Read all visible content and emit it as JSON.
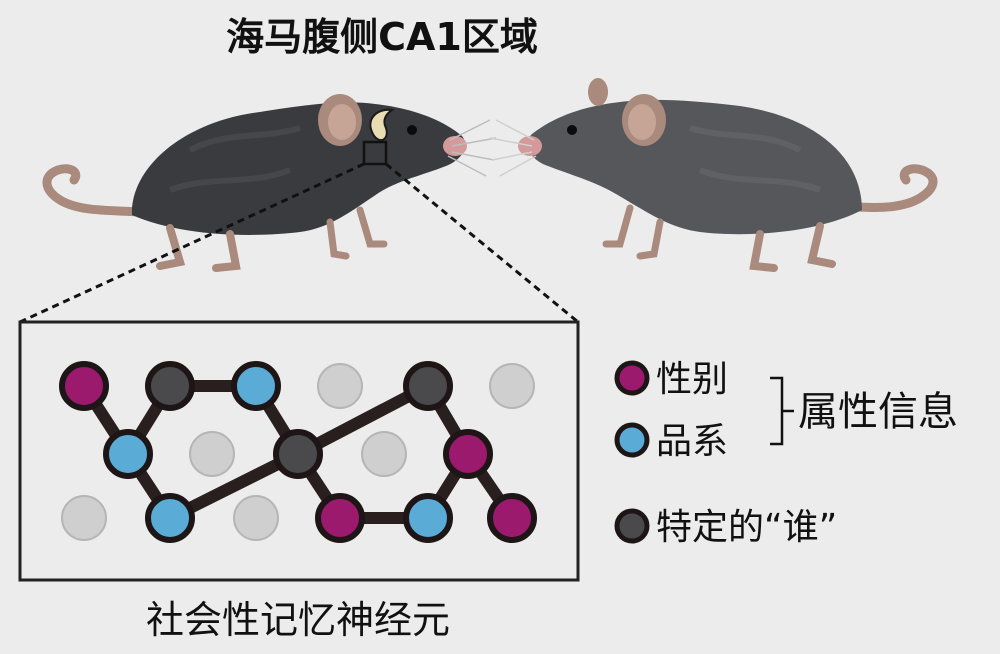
{
  "title": "海马腹侧CA1区域",
  "caption": "社会性记忆神经元",
  "legend": {
    "sex": "性别",
    "strain": "品系",
    "attribute_info": "属性信息",
    "specific_who": "特定的“谁”"
  },
  "colors": {
    "background": "#ececec",
    "sex": "#9b1a6e",
    "strain": "#5aabd6",
    "who": "#4a4a4c",
    "inactive": "#cfcfcf",
    "mouse_left": "#3a3b3e",
    "mouse_right": "#56575a",
    "hippocampus": "#eadcb2"
  }
}
